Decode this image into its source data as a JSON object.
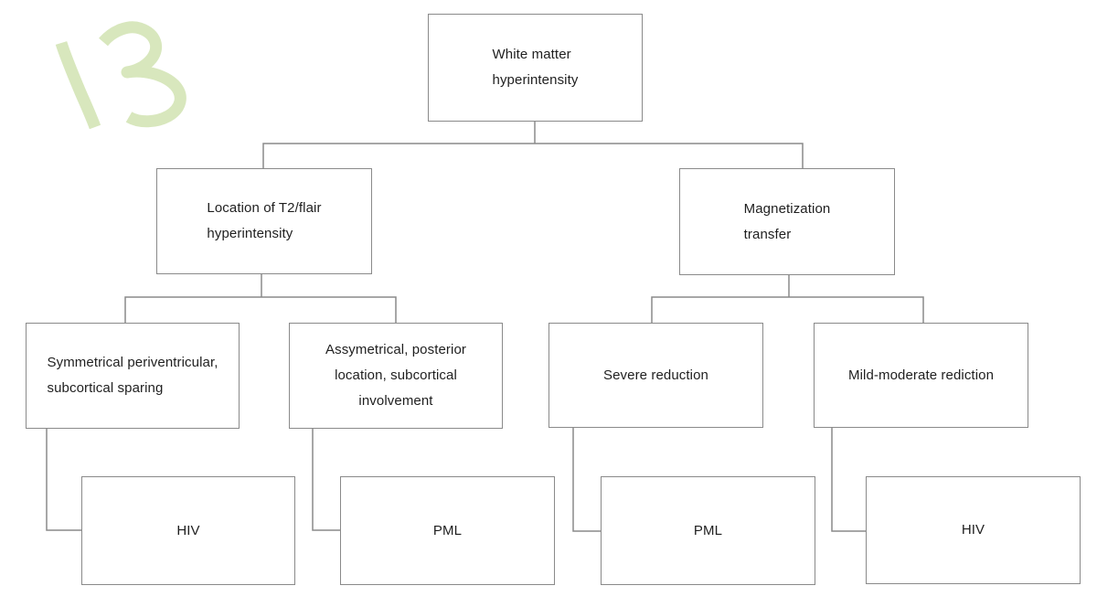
{
  "annotation": {
    "value": "13",
    "color": "#d8e7bd"
  },
  "colors": {
    "background": "#ffffff",
    "box_border": "#8a8a8a",
    "connector_line": "#8a8a8a",
    "text": "#1f1f1f"
  },
  "diagram": {
    "type": "flowchart-decision-tree",
    "nodes": {
      "root": {
        "label": "White matter\nhyperintensity"
      },
      "location": {
        "label": "Location of T2/flair\nhyperintensity"
      },
      "magnetization": {
        "label": "Magnetization\ntransfer"
      },
      "symmetrical": {
        "label": "Symmetrical periventricular,\nsubcortical sparing"
      },
      "asymmetrical": {
        "label": "Assymetrical, posterior\nlocation, subcortical\ninvolvement"
      },
      "severe": {
        "label": "Severe reduction"
      },
      "mild": {
        "label": "Mild-moderate rediction"
      },
      "hiv_left": {
        "label": "HIV"
      },
      "pml_left": {
        "label": "PML"
      },
      "pml_right": {
        "label": "PML"
      },
      "hiv_right": {
        "label": "HIV"
      }
    },
    "edges": [
      {
        "from": "White matter hyperintensity",
        "to": "Location of T2/flair hyperintensity"
      },
      {
        "from": "White matter hyperintensity",
        "to": "Magnetization transfer"
      },
      {
        "from": "Location of T2/flair hyperintensity",
        "to": "Symmetrical periventricular, subcortical sparing"
      },
      {
        "from": "Location of T2/flair hyperintensity",
        "to": "Assymetrical, posterior location, subcortical involvement"
      },
      {
        "from": "Magnetization transfer",
        "to": "Severe reduction"
      },
      {
        "from": "Magnetization transfer",
        "to": "Mild-moderate rediction"
      },
      {
        "from": "Symmetrical periventricular, subcortical sparing",
        "to": "HIV"
      },
      {
        "from": "Assymetrical, posterior location, subcortical involvement",
        "to": "PML"
      },
      {
        "from": "Severe reduction",
        "to": "PML"
      },
      {
        "from": "Mild-moderate rediction",
        "to": "HIV"
      }
    ]
  }
}
